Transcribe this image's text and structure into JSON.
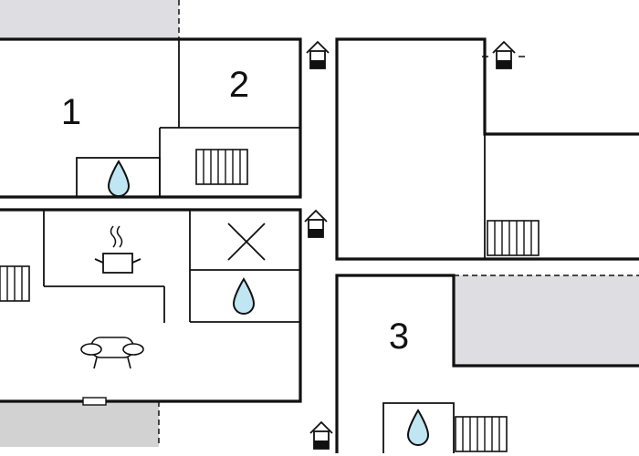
{
  "floorplan": {
    "rooms": [
      {
        "id": "room-1",
        "label": "1"
      },
      {
        "id": "room-2",
        "label": "2"
      },
      {
        "id": "room-3",
        "label": "3"
      }
    ],
    "icons": [
      "entrance-icon",
      "water-drop-icon",
      "radiator-icon",
      "stove-pot-icon",
      "armchair-icon",
      "closed-cross-icon"
    ],
    "colors": {
      "wall": "#111111",
      "shaded_area": "#dedee2",
      "balcony_area": "#d2d2d2",
      "water": "#bfe6f2"
    }
  }
}
